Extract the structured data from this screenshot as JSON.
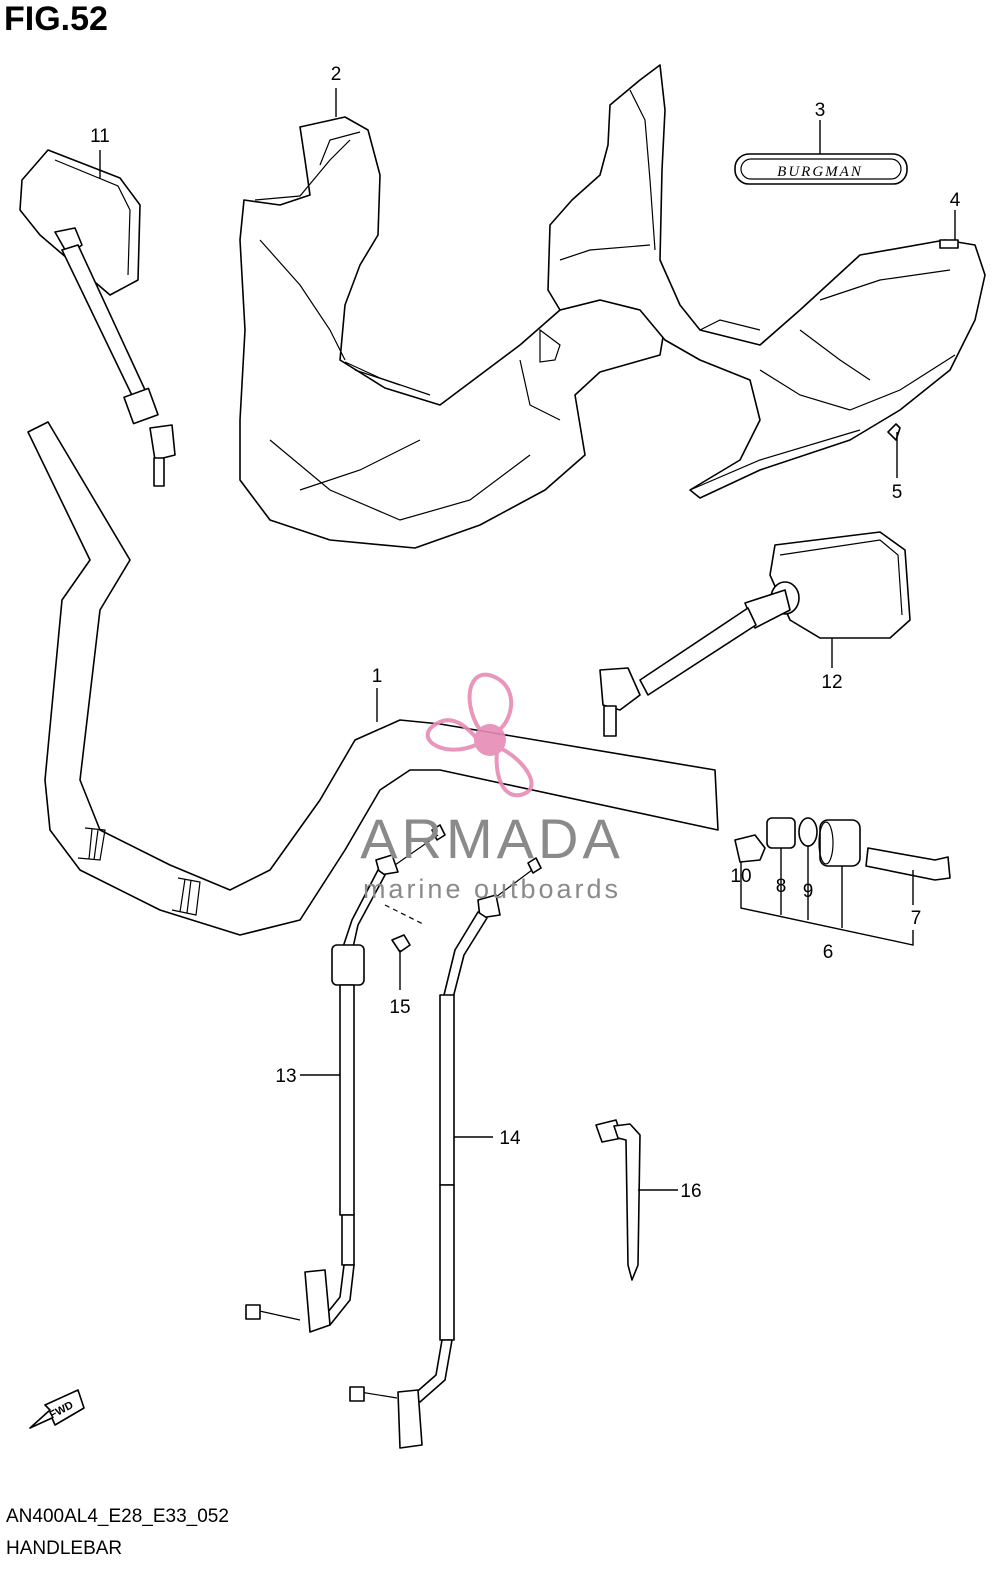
{
  "figure": {
    "title": "FIG.52",
    "footer_code": "AN400AL4_E28_E33_052",
    "footer_name": "HANDLEBAR"
  },
  "badge_text": "BURGMAN",
  "fwd_label": "FWD",
  "watermark": {
    "brand": "ARMADA",
    "tagline": "marine outboards",
    "accent_color": "#e78bb5",
    "text_color": "#8a8a8a"
  },
  "callouts": [
    {
      "id": "1",
      "label": "1"
    },
    {
      "id": "2",
      "label": "2"
    },
    {
      "id": "3",
      "label": "3"
    },
    {
      "id": "4",
      "label": "4"
    },
    {
      "id": "5",
      "label": "5"
    },
    {
      "id": "6",
      "label": "6"
    },
    {
      "id": "7",
      "label": "7"
    },
    {
      "id": "8",
      "label": "8"
    },
    {
      "id": "9",
      "label": "9"
    },
    {
      "id": "10",
      "label": "10"
    },
    {
      "id": "11",
      "label": "11"
    },
    {
      "id": "12",
      "label": "12"
    },
    {
      "id": "13",
      "label": "13"
    },
    {
      "id": "14",
      "label": "14"
    },
    {
      "id": "15",
      "label": "15"
    },
    {
      "id": "16",
      "label": "16"
    }
  ]
}
